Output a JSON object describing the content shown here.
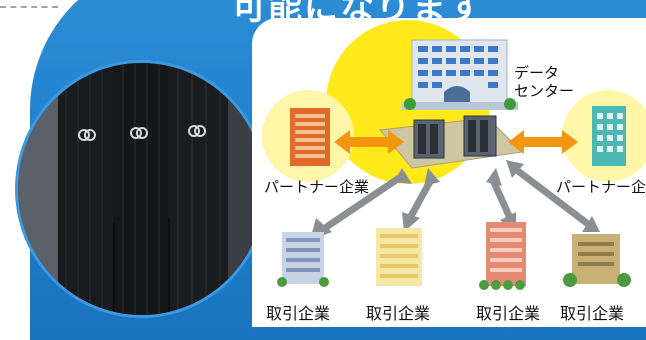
{
  "title_partial": "可能になります",
  "diagram": {
    "center_label_line1": "データ",
    "center_label_line2": "センター",
    "partner_left": "パートナー企業",
    "partner_right": "パートナー企業",
    "clients": [
      "取引企業",
      "取引企業",
      "取引企業",
      "取引企業"
    ]
  },
  "photo": {
    "description_icon": "fujitsu-logo-icon"
  },
  "colors": {
    "banner_blue": "#1f7fcc",
    "arrow_orange": "#f2960f",
    "arrow_gray": "#8a8f94",
    "halo_yellow": "#ffe91a",
    "halo_pale": "#fff6a8"
  }
}
